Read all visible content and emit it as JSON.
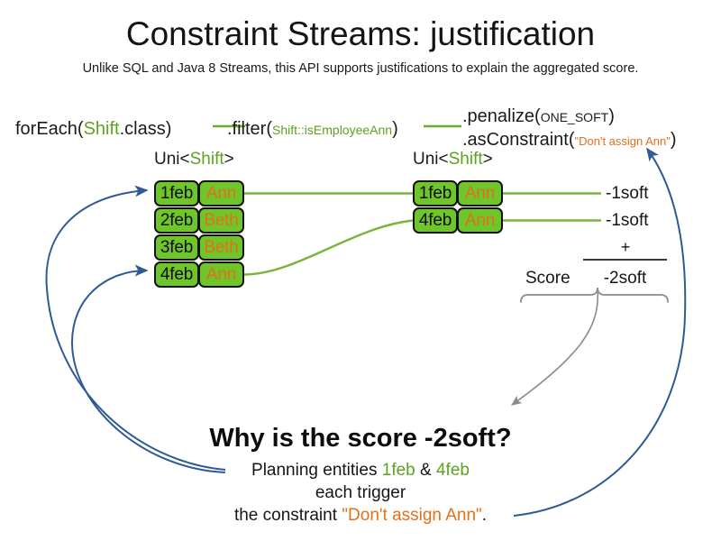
{
  "header": {
    "title": "Constraint Streams: justification",
    "subtitle": "Unlike SQL and Java 8 Streams, this API supports justifications to explain the aggregated score."
  },
  "pipeline": {
    "for_each": {
      "method": "forEach(",
      "type": "Shift",
      "tail": ".class)"
    },
    "filter": {
      "method": ".filter(",
      "ref": "Shift::isEmployeeAnn",
      "tail": ")"
    },
    "penalize": {
      "method": ".penalize(",
      "level": "ONE_SOFT",
      "tail": ")"
    },
    "as_constraint": {
      "method": ".asConstraint(",
      "name": "\"Don't assign Ann\"",
      "tail": ")"
    }
  },
  "streams": {
    "left": {
      "label_prefix": "Uni<",
      "label_type": "Shift",
      "label_suffix": ">",
      "tuples": [
        {
          "date": "1feb",
          "employee": "Ann"
        },
        {
          "date": "2feb",
          "employee": "Beth"
        },
        {
          "date": "3feb",
          "employee": "Beth"
        },
        {
          "date": "4feb",
          "employee": "Ann"
        }
      ]
    },
    "right": {
      "label_prefix": "Uni<",
      "label_type": "Shift",
      "label_suffix": ">",
      "tuples": [
        {
          "date": "1feb",
          "employee": "Ann",
          "penalty": "-1soft"
        },
        {
          "date": "4feb",
          "employee": "Ann",
          "penalty": "-1soft"
        }
      ]
    }
  },
  "score": {
    "label": "Score",
    "operator": "+",
    "total": "-2soft"
  },
  "explanation": {
    "heading": "Why is the score -2soft?",
    "line1_prefix": "Planning entities ",
    "line1_entity_a": "1feb",
    "line1_amp": " & ",
    "line1_entity_b": "4feb",
    "line2": "each trigger",
    "line3_prefix": "the constraint ",
    "line3_constraint": "\"Don't assign Ann\"",
    "line3_suffix": "."
  },
  "colors": {
    "tuple_green": "#6fc62a",
    "accent_orange": "#e2701a",
    "code_green": "#5ea220",
    "arrow_blue": "#2e5b94",
    "brace_gray": "#8c8c8c"
  }
}
